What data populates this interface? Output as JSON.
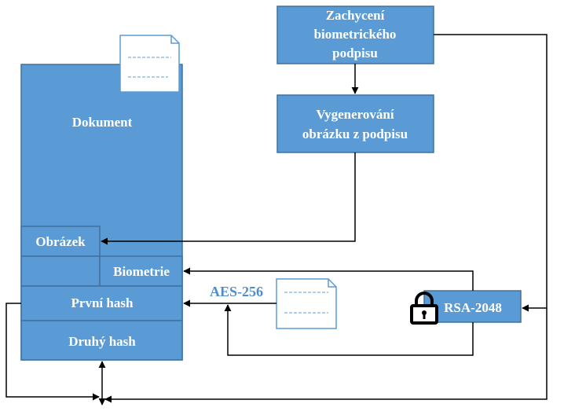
{
  "nodes": {
    "document": {
      "label": "Dokument"
    },
    "capture": {
      "lines": [
        "Zachycení",
        "biometrického",
        "podpisu"
      ]
    },
    "generate": {
      "lines": [
        "Vygenerování",
        "obrázku z podpisu"
      ]
    },
    "image_field": {
      "label": "Obrázek"
    },
    "biometrics_field": {
      "label": "Biometrie"
    },
    "first_hash": {
      "label": "První hash"
    },
    "second_hash": {
      "label": "Druhý hash"
    },
    "aes": {
      "label": "AES-256"
    },
    "rsa": {
      "label": "RSA-2048"
    }
  },
  "edges": [
    {
      "from": "capture",
      "to": "generate"
    },
    {
      "from": "generate",
      "to": "image_field"
    },
    {
      "from": "rsa",
      "to": "biometrics_field"
    },
    {
      "from": "aes",
      "to": "first_hash"
    },
    {
      "from": "rsa",
      "to": "aes"
    },
    {
      "from": "capture",
      "to": "rsa"
    },
    {
      "from": "first_hash",
      "to": "second_hash"
    }
  ],
  "colors": {
    "box_fill": "#5b9bd5",
    "box_stroke": "#41719c",
    "text": "#ffffff",
    "aes_text": "#4f8dcc",
    "arrow": "#000000",
    "note_fill": "#ffffff",
    "note_stroke": "#5b9bd5"
  },
  "icons": {
    "lock": "padlock-icon",
    "note": "document-note-icon"
  }
}
